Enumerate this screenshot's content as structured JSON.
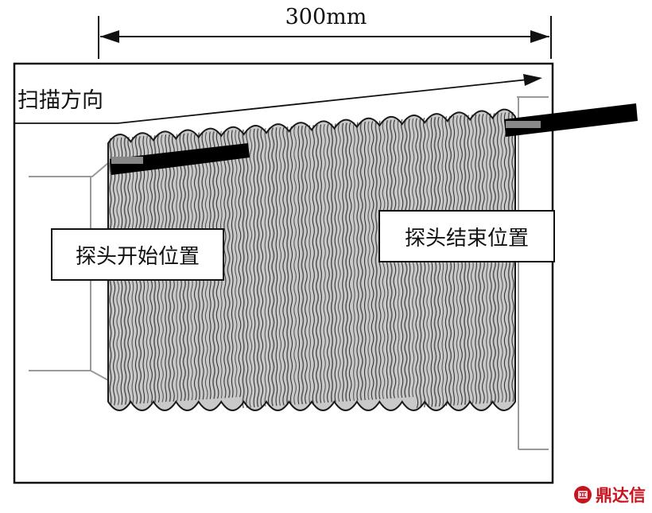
{
  "diagram": {
    "dimension_label": "300mm",
    "scan_direction_label": "扫描方向",
    "probe_start_label": "探头开始位置",
    "probe_end_label": "探头结束位置",
    "watermark_text": "鼎达信"
  },
  "colors": {
    "line": "#111111",
    "coil_light": "#c9c9c9",
    "coil_dark": "#1a1a1a",
    "probe": "#000000",
    "fixture": "#a0a0a0",
    "watermark": "#c8141e"
  }
}
